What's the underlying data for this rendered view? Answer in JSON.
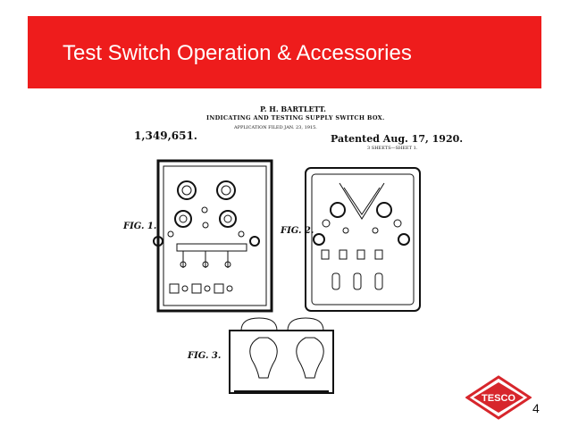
{
  "slide": {
    "title": "Test Switch Operation & Accessories",
    "page_number": "4",
    "title_bar_color": "#ee1c1c"
  },
  "patent": {
    "inventor": "P. H. BARTLETT.",
    "title": "INDICATING AND TESTING SUPPLY SWITCH BOX.",
    "filed": "APPLICATION FILED JAN. 23, 1915.",
    "number": "1,349,651.",
    "patented": "Patented Aug. 17, 1920.",
    "sheets": "3 SHEETS—SHEET 1.",
    "fig1_label": "FIG. 1.",
    "fig2_label": "FIG. 2.",
    "fig3_label": "FIG. 3."
  },
  "logo": {
    "text": "TESCO",
    "color": "#d7262c"
  }
}
